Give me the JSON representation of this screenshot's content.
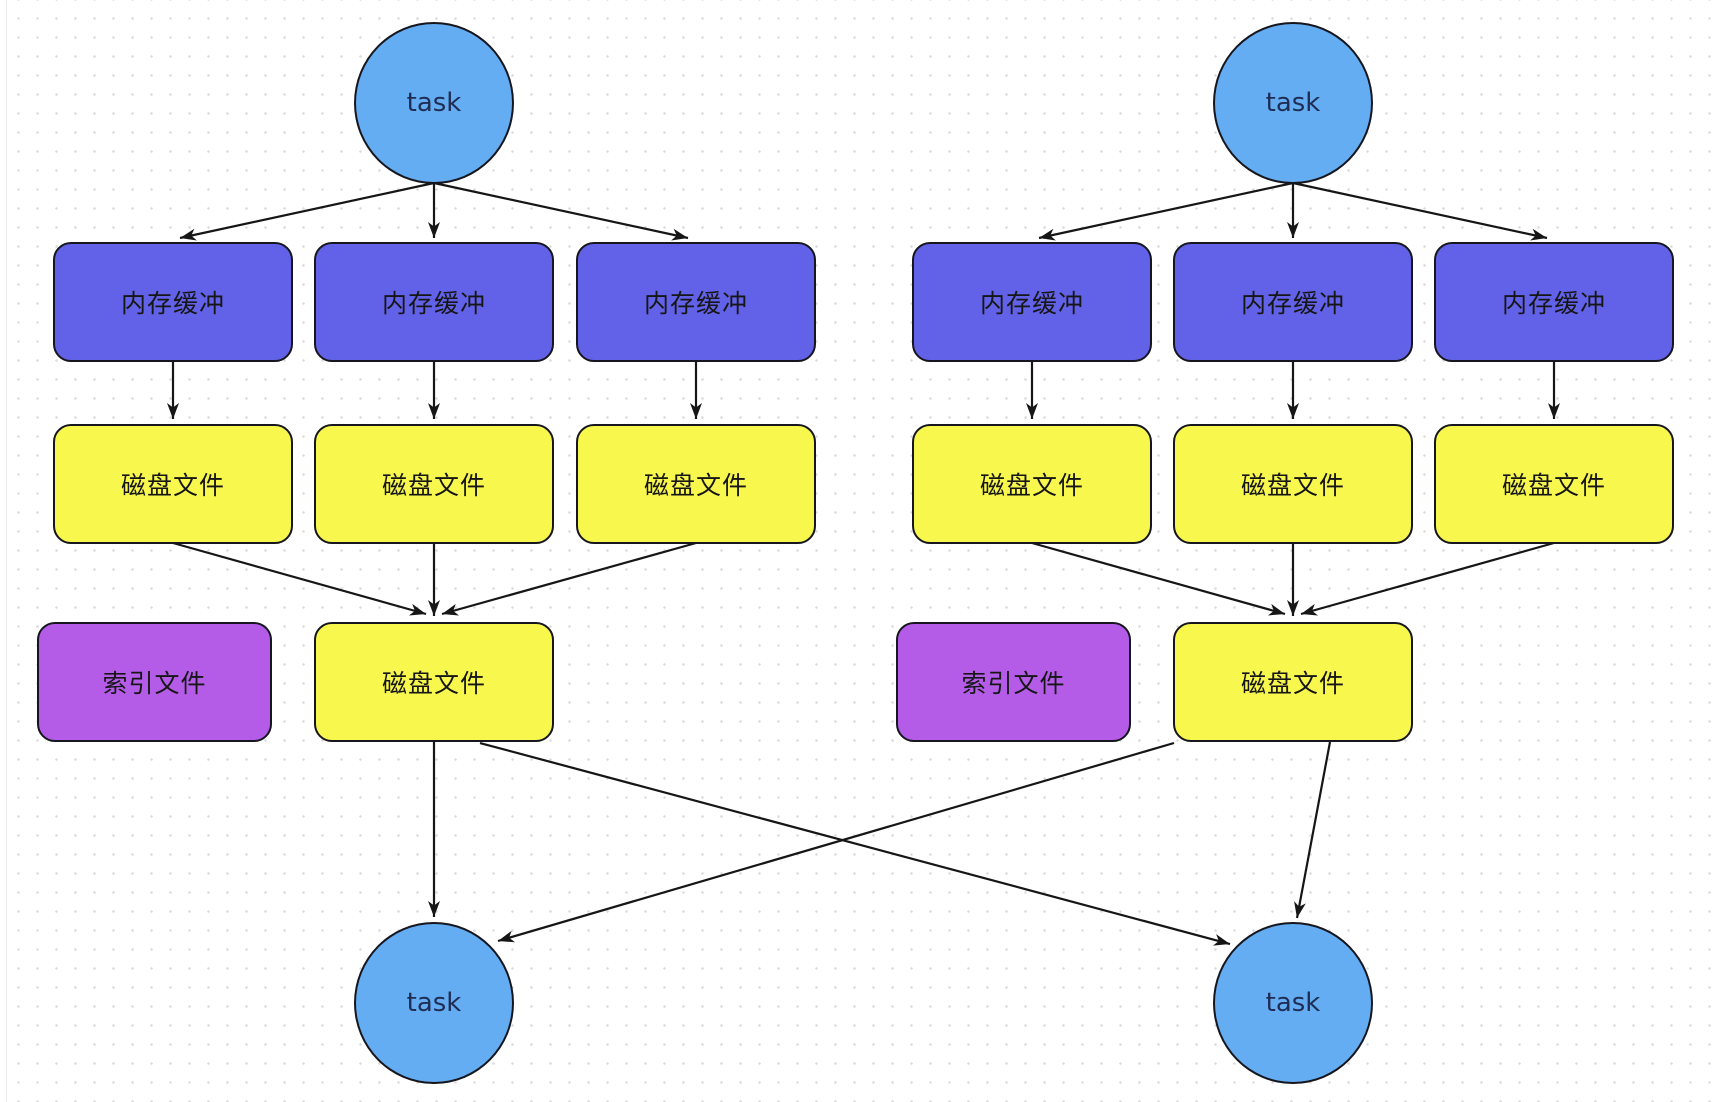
{
  "diagram": {
    "node_labels": {
      "task": "task",
      "memory_buffer": "内存缓冲",
      "disk_file": "磁盘文件",
      "index_file": "索引文件"
    },
    "nodes": [
      {
        "id": "task-top-left",
        "type": "task"
      },
      {
        "id": "task-top-right",
        "type": "task"
      },
      {
        "id": "memory-buffer-left-1",
        "type": "memory_buffer"
      },
      {
        "id": "memory-buffer-left-2",
        "type": "memory_buffer"
      },
      {
        "id": "memory-buffer-left-3",
        "type": "memory_buffer"
      },
      {
        "id": "memory-buffer-right-1",
        "type": "memory_buffer"
      },
      {
        "id": "memory-buffer-right-2",
        "type": "memory_buffer"
      },
      {
        "id": "memory-buffer-right-3",
        "type": "memory_buffer"
      },
      {
        "id": "disk-file-left-1",
        "type": "disk_file"
      },
      {
        "id": "disk-file-left-2",
        "type": "disk_file"
      },
      {
        "id": "disk-file-left-3",
        "type": "disk_file"
      },
      {
        "id": "disk-file-right-1",
        "type": "disk_file"
      },
      {
        "id": "disk-file-right-2",
        "type": "disk_file"
      },
      {
        "id": "disk-file-right-3",
        "type": "disk_file"
      },
      {
        "id": "index-file-left",
        "type": "index_file"
      },
      {
        "id": "index-file-right",
        "type": "index_file"
      },
      {
        "id": "disk-file-merged-left",
        "type": "disk_file"
      },
      {
        "id": "disk-file-merged-right",
        "type": "disk_file"
      },
      {
        "id": "task-bottom-left",
        "type": "task"
      },
      {
        "id": "task-bottom-right",
        "type": "task"
      }
    ],
    "edges": [
      {
        "from": "task-top-left",
        "to": "memory-buffer-left-1"
      },
      {
        "from": "task-top-left",
        "to": "memory-buffer-left-2"
      },
      {
        "from": "task-top-left",
        "to": "memory-buffer-left-3"
      },
      {
        "from": "memory-buffer-left-1",
        "to": "disk-file-left-1"
      },
      {
        "from": "memory-buffer-left-2",
        "to": "disk-file-left-2"
      },
      {
        "from": "memory-buffer-left-3",
        "to": "disk-file-left-3"
      },
      {
        "from": "disk-file-left-1",
        "to": "disk-file-merged-left"
      },
      {
        "from": "disk-file-left-2",
        "to": "disk-file-merged-left"
      },
      {
        "from": "disk-file-left-3",
        "to": "disk-file-merged-left"
      },
      {
        "from": "task-top-right",
        "to": "memory-buffer-right-1"
      },
      {
        "from": "task-top-right",
        "to": "memory-buffer-right-2"
      },
      {
        "from": "task-top-right",
        "to": "memory-buffer-right-3"
      },
      {
        "from": "memory-buffer-right-1",
        "to": "disk-file-right-1"
      },
      {
        "from": "memory-buffer-right-2",
        "to": "disk-file-right-2"
      },
      {
        "from": "memory-buffer-right-3",
        "to": "disk-file-right-3"
      },
      {
        "from": "disk-file-right-1",
        "to": "disk-file-merged-right"
      },
      {
        "from": "disk-file-right-2",
        "to": "disk-file-merged-right"
      },
      {
        "from": "disk-file-right-3",
        "to": "disk-file-merged-right"
      },
      {
        "from": "disk-file-merged-left",
        "to": "task-bottom-left"
      },
      {
        "from": "disk-file-merged-left",
        "to": "task-bottom-right"
      },
      {
        "from": "disk-file-merged-right",
        "to": "task-bottom-right"
      },
      {
        "from": "disk-file-merged-right",
        "to": "task-bottom-left"
      }
    ]
  },
  "colors": {
    "task_fill": "#64ADF2",
    "memory_buffer_fill": "#6262E8",
    "disk_file_fill": "#F7F74E",
    "index_file_fill": "#B45CE8",
    "node_stroke": "#16161e",
    "edge_stroke": "#161616",
    "task_text": "#1f2d54",
    "box_text": "#161616",
    "background": "#ffffff",
    "grid_dot": "#dcdcdc"
  }
}
